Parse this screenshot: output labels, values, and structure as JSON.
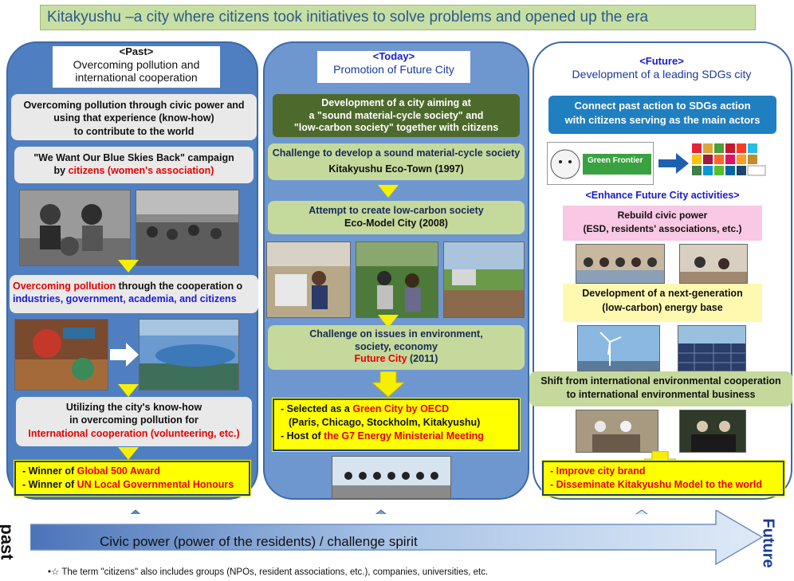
{
  "title": "Kitakyushu –a city where citizens took initiatives to solve problems and opened up the era",
  "past": {
    "heading": "<Past>",
    "subheading_line1": "Overcoming pollution and",
    "subheading_line2": "international cooperation",
    "intro_line1": "Overcoming pollution through civic power and",
    "intro_line2": "using that experience (know-how)",
    "intro_line3": "to contribute to the world",
    "campaign_line1": "\"We Want Our Blue Skies Back\" campaign",
    "campaign_by": "by ",
    "campaign_red": "citizens (women's association)",
    "coop_red": "Overcoming pollution",
    "coop_black": " through the cooperation o",
    "coop_blue": "industries, government, academia, and citizens",
    "util_line1": "Utilizing the city's know-how",
    "util_line2": "in overcoming pollution for",
    "util_red": "International cooperation (volunteering, etc.)",
    "award1_prefix": "- Winner of ",
    "award1_red": "Global 500 Award",
    "award2_prefix": "- Winner of ",
    "award2_red": "UN Local Governmental Honours"
  },
  "today": {
    "heading": "<Today>",
    "subheading": "Promotion of Future City",
    "dev_line1": "Development of a city aiming at",
    "dev_line2": "a \"sound material-cycle society\" and",
    "dev_line3": "\"low-carbon society\" together with citizens",
    "challenge1": "Challenge to develop a sound material-cycle society",
    "ecotown": "Kitakyushu Eco-Town (1997)",
    "attempt": "Attempt to create low-carbon society",
    "ecomodel": "Eco-Model City (2008)",
    "issues_line1": "Challenge on issues in environment,",
    "issues_line2": "society, economy",
    "futurecity_red": "Future City",
    "futurecity_year": " (2011)",
    "sel_prefix": "- Selected as a ",
    "sel_red": "Green City by OECD",
    "sel_cities": "(Paris, Chicago, Stockholm, Kitakyushu)",
    "host_prefix": "- Host of ",
    "host_red": "the G7 Energy Ministerial Meeting"
  },
  "future": {
    "heading": "<Future>",
    "subheading": "Development of a leading SDGs city",
    "connect_line1": "Connect past action to SDGs action",
    "connect_line2": "with citizens serving as the main actors",
    "frontier_text": "Green Frontier",
    "enhance": "<Enhance Future City activities>",
    "rebuild_line1": "Rebuild civic power",
    "rebuild_line2": "(ESD, residents' associations, etc.)",
    "nextgen_line1": "Development of a next-generation",
    "nextgen_line2": "(low-carbon) energy base",
    "shift_line1": "Shift from international environmental cooperation",
    "shift_line2": "to international environmental business",
    "brand": "- Improve city brand",
    "model": "- Disseminate Kitakyushu Model to the world"
  },
  "bottom": {
    "past_label": "past",
    "future_label": "Future",
    "civic": "Civic power (power of the residents) / challenge spirit",
    "footnote": "•☆ The term \"citizens\" also includes groups (NPOs, resident associations, etc.), companies, universities, etc."
  },
  "colors": {
    "title_bg": "#c8dfa4",
    "past_panel": "#4f7fc1",
    "today_panel": "#6f97cf",
    "highlight_yellow": "#ffff00",
    "accent_red": "#e60000",
    "accent_blue": "#1a1ad6",
    "arrow_fill": "#c9dcf1"
  }
}
